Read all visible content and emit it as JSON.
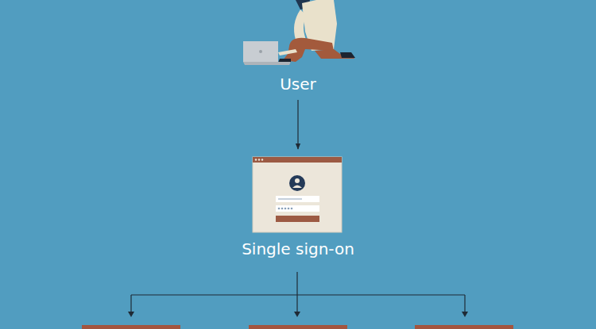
{
  "diagram": {
    "nodes": [
      {
        "text": [
          "User"
        ]
      },
      {
        "text": [
          "Single sign-on"
        ]
      }
    ],
    "edges": [
      {
        "from": 0,
        "to": 1,
        "arrow": "to"
      }
    ]
  }
}
